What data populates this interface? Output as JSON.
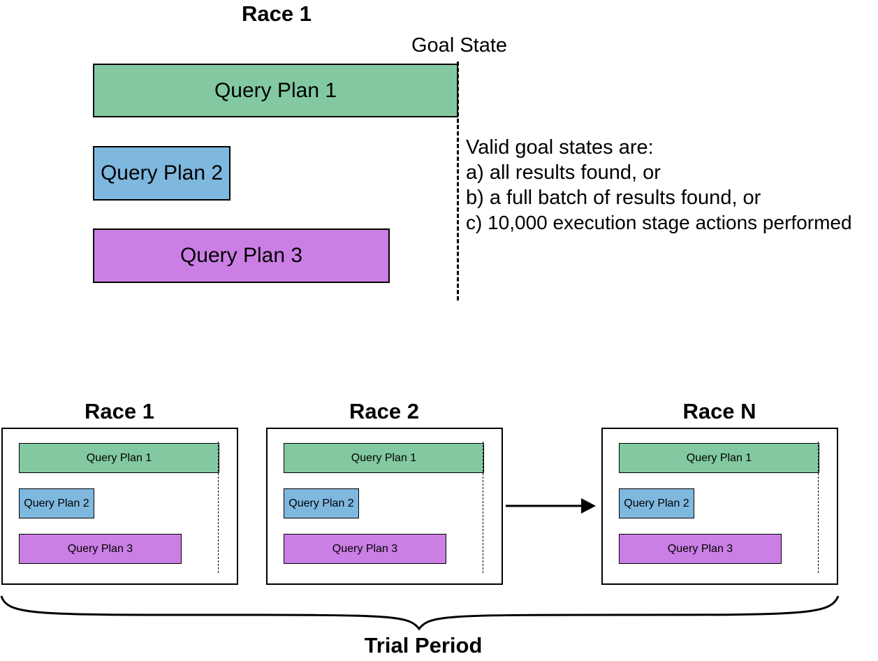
{
  "colors": {
    "plan1": "#82C9A2",
    "plan2": "#7FB8DF",
    "plan3": "#CB7FE5",
    "line": "#000000"
  },
  "top_race": {
    "title": "Race 1",
    "goal_label": "Goal State",
    "plans": [
      "Query Plan 1",
      "Query Plan 2",
      "Query Plan 3"
    ],
    "note": {
      "heading": "Valid goal states are:",
      "items": [
        "a) all results found, or",
        "b) a full batch of results found, or",
        "c) 10,000 execution stage actions performed"
      ]
    }
  },
  "races": [
    {
      "title": "Race 1",
      "plans": [
        "Query Plan 1",
        "Query Plan 2",
        "Query Plan 3"
      ]
    },
    {
      "title": "Race 2",
      "plans": [
        "Query Plan 1",
        "Query Plan 2",
        "Query Plan 3"
      ]
    },
    {
      "title": "Race N",
      "plans": [
        "Query Plan 1",
        "Query Plan 2",
        "Query Plan 3"
      ]
    }
  ],
  "trial_label": "Trial Period"
}
